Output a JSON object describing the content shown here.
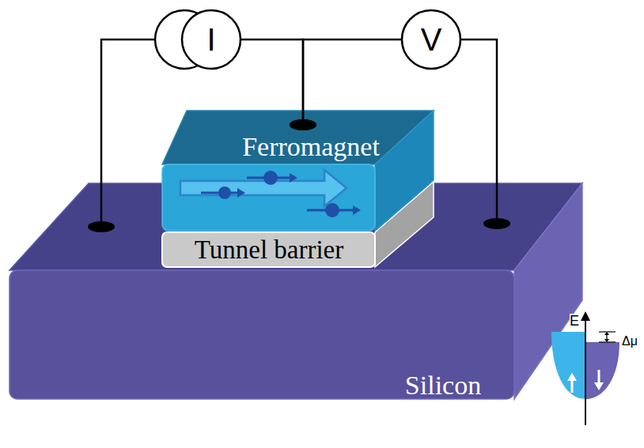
{
  "diagram": {
    "nodes": [
      {
        "text": [
          "I"
        ]
      },
      {
        "text": [
          "V"
        ]
      },
      {
        "text": [
          "Ferromagnet"
        ]
      },
      {
        "text": [
          "Tunnel barrier"
        ]
      },
      {
        "text": [
          "Silicon"
        ]
      }
    ],
    "edges": [
      {
        "from": 0,
        "to": 4,
        "arrow": "none"
      },
      {
        "from": 0,
        "to": 2,
        "arrow": "none"
      },
      {
        "from": 1,
        "to": 2,
        "arrow": "none"
      },
      {
        "from": 1,
        "to": 4,
        "arrow": "none"
      }
    ],
    "labels": [
      "E",
      "Δμ"
    ]
  }
}
